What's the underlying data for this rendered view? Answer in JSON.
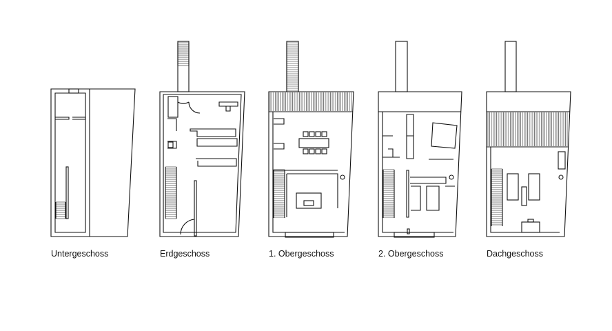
{
  "plans": [
    {
      "label": "Untergeschoss"
    },
    {
      "label": "Erdgeschoss"
    },
    {
      "label": "1. Obergeschoss"
    },
    {
      "label": "2. Obergeschoss"
    },
    {
      "label": "Dachgeschoss"
    }
  ],
  "colors": {
    "line": "#111111",
    "background": "#ffffff"
  }
}
